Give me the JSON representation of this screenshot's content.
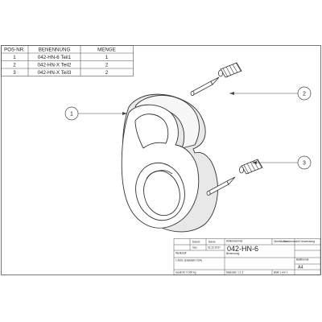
{
  "parts_table": {
    "headers": [
      "POS-NR.",
      "BENENNUNG",
      "MENGE"
    ],
    "rows": [
      {
        "pos": "1",
        "name": "042-HN-6 Teil1",
        "qty": "1"
      },
      {
        "pos": "2",
        "name": "042-HN-X Teil2",
        "qty": "2"
      },
      {
        "pos": "3",
        "name": "042-HN-X Teil3",
        "qty": "2"
      }
    ]
  },
  "balloons": [
    "1",
    "2",
    "3"
  ],
  "title_block": {
    "drawing_number": "042-HN-6",
    "size": "A4",
    "row1": [
      "",
      "Datum",
      "Name",
      "Artikelnummer",
      "Oberflächen",
      "Kundenmodell Verwendung"
    ],
    "row2": [
      "",
      "Gez.",
      "02.10.2017",
      "Benennung",
      "",
      ""
    ],
    "material_label": "Werkstoff",
    "material_value": "1.4301 (Edelstahl V2A)",
    "weight": "Gewicht: 0.000 kg",
    "scale": "Maßstab: 1:1.5",
    "sheet": "Blatt 1 von 1",
    "sheet_format": "Blattformat"
  }
}
